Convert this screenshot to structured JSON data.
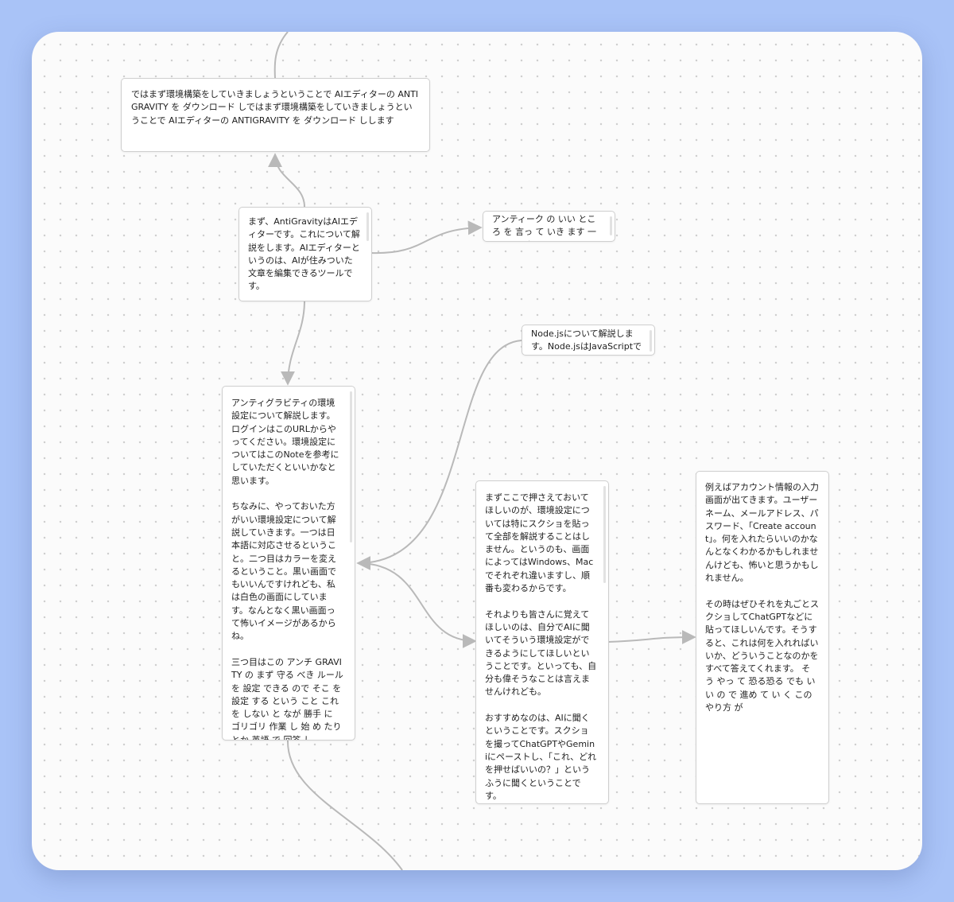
{
  "nodes": {
    "top": "ではまず環境構築をしていきましょうということで AIエディターの ANTIGRAVITY を ダウンロード しではまず環境構築をしていきましょうということで AIエディターの ANTIGRAVITY を ダウンロード しします",
    "intro": "まず、AntiGravityはAIエディターです。これについて解説をします。AIエディターというのは、AIが住みついた文章を編集できるツールです。",
    "antique": "アンティーク の いい とこ ろ を 言っ て いき ます 一つ 目 は 何 と いっ て も そ の",
    "node": "Node.jsについて解説します。Node.jsはJavaScriptで",
    "setup": "アンティグラビティの環境設定について解説します。ログインはこのURLからやってください。環境設定についてはこのNoteを参考にしていただくといいかなと思います。\n\nちなみに、やっておいた方がいい環境設定について解説していきます。一つは日本語に対応させるということ。二つ目はカラーを変えるということ。黒い画面でもいいんですけれども、私は白色の画面にしています。なんとなく黒い画面って怖いイメージがあるからね。\n\n三つ目はこの アンチ GRAVITY の まず 守る べき ルール を 設定 できる ので そこ を 設定 する という こと これ を しない と なが 勝手 に ゴリゴリ 作業 し 始 め たり とか 英語 で 回答 し",
    "screenshot": "まずここで押さえておいてほしいのが、環境設定については特にスクショを貼って全部を解説することはしません。というのも、画面によってはWindows、Macでそれぞれ違いますし、順番も変わるからです。\n\nそれよりも皆さんに覚えてほしいのは、自分でAIに聞いてそういう環境設定ができるようにしてほしいということです。といっても、自分も偉そうなことは言えませんけれども。\n\nおすすめなのは、AIに聞くということです。スクショを撮ってChatGPTやGeminiにペーストし、「これ、どれを押せばいいの？」というふうに聞くということです。",
    "account": "例えばアカウント情報の入力画面が出てきます。ユーザーネーム、メールアドレス、パスワード、「Create account」。何を入れたらいいのかなんとなくわかるかもしれませんけども、怖いと思うかもしれません。\n\nその時はぜひそれを丸ごとスクショしてChatGPTなどに貼ってほしいんです。そうすると、これは何を入れればいいか、どういうことなのかをすべて答えてくれます。 そう やっ て 恐る恐る でも いい の で 進め て い く この やり方 が"
  },
  "colors": {
    "background": "#a9c3f7",
    "canvas": "#fbfbfb",
    "edge": "#b9b9b9",
    "node_border": "#cfcfcf"
  }
}
